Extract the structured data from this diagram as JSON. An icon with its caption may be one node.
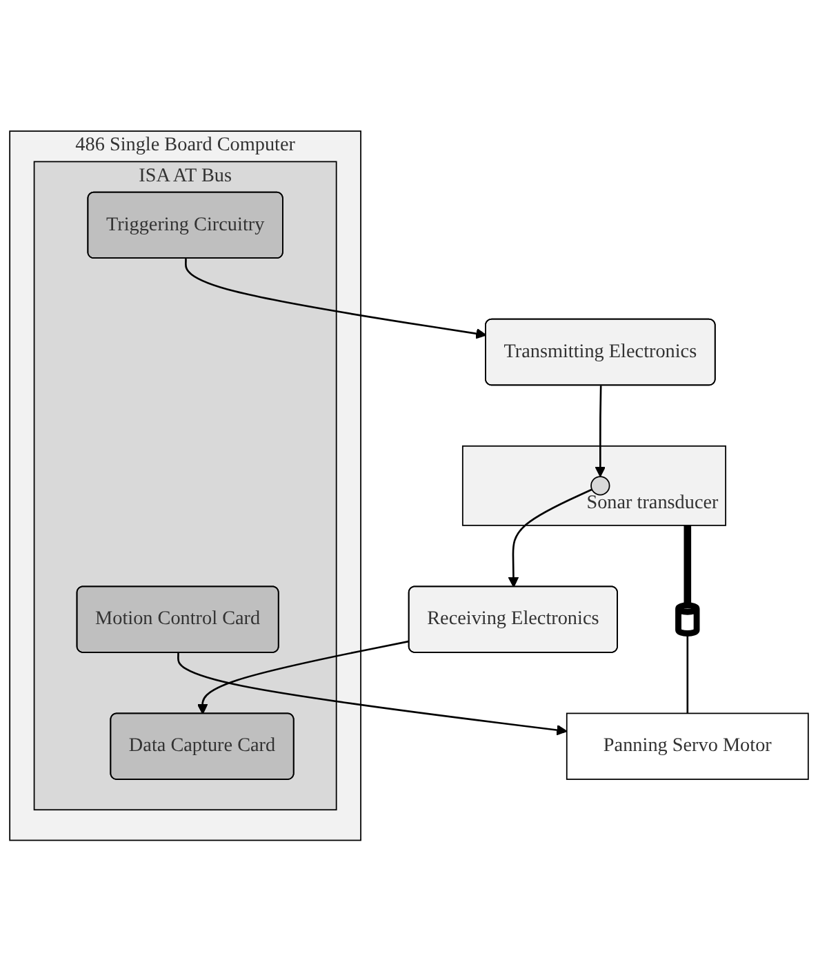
{
  "diagram": {
    "nodes": [
      {
        "text": [
          "486 Single Board Computer"
        ]
      },
      {
        "text": [
          "ISA AT Bus"
        ],
        "in": 0
      },
      {
        "text": [
          "Triggering Circuitry"
        ],
        "in": 1
      },
      {
        "text": [
          "Data Capture Card"
        ],
        "in": 1
      },
      {
        "text": [
          "Motion Control Card"
        ],
        "in": 1
      },
      {
        "text": [
          "Transmitting Electronics"
        ]
      },
      {
        "text": [
          "Receiving Electronics"
        ]
      },
      {
        "text": [
          "Sonar transducer"
        ]
      },
      {
        "text": [],
        "shape": "circle",
        "in": 7
      },
      {
        "text": [
          "Panning Servo Motor"
        ]
      },
      {
        "text": [],
        "shape": "cylinder"
      }
    ],
    "edges": [
      {
        "from": 2,
        "to": 5,
        "arrow": "to"
      },
      {
        "from": 6,
        "to": 3,
        "arrow": "to"
      },
      {
        "from": 4,
        "to": 9,
        "arrow": "to"
      },
      {
        "from": 5,
        "to": 8,
        "arrow": "to"
      },
      {
        "from": 8,
        "to": 6,
        "arrow": "to"
      },
      {
        "from": 7,
        "to": 10,
        "arrow": "none",
        "style": "thick"
      },
      {
        "from": 10,
        "to": 9,
        "arrow": "none"
      }
    ]
  }
}
